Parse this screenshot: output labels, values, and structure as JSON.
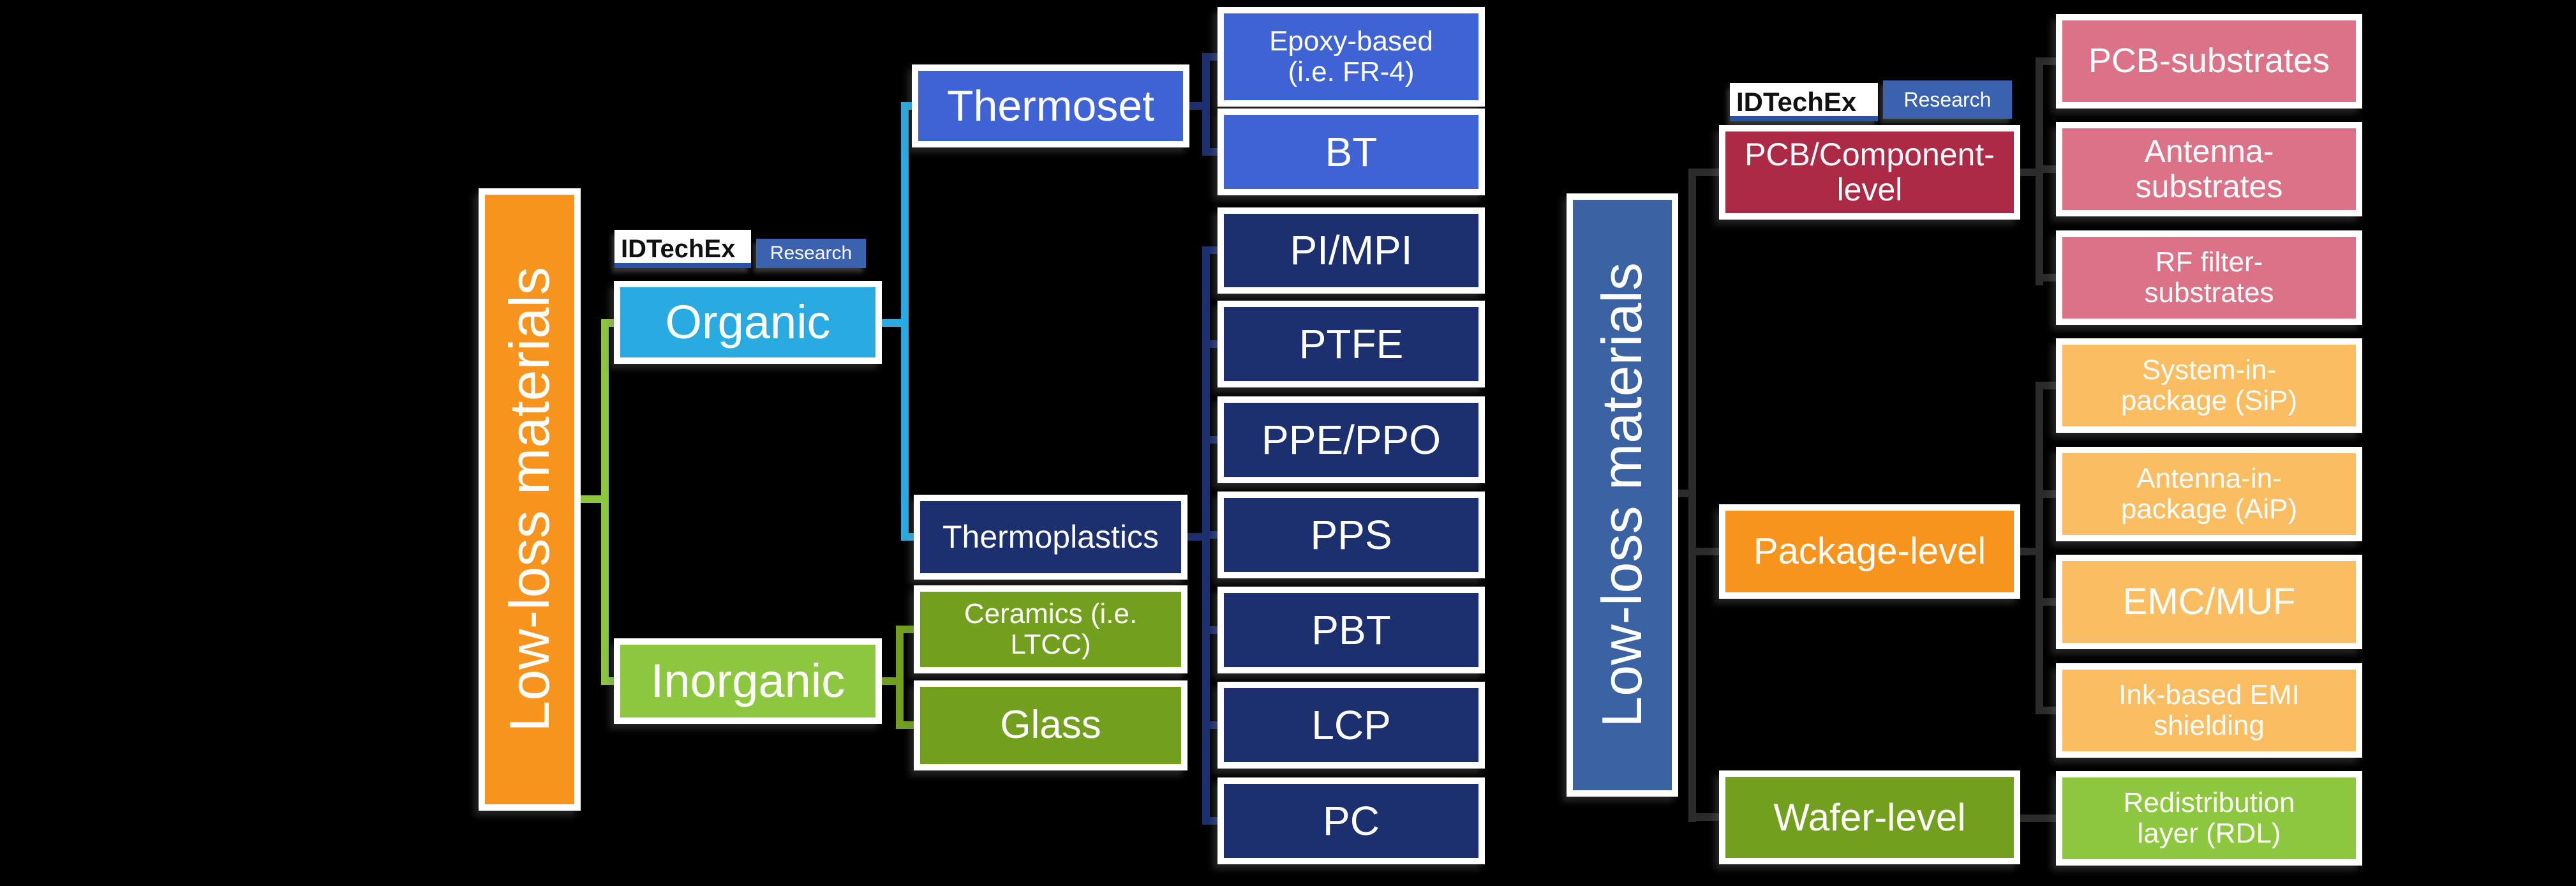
{
  "page": {
    "background": "#000000"
  },
  "branding": {
    "brand": "IDTechEx",
    "division": "Research"
  },
  "colors": {
    "orange": "#F7941E",
    "cyan": "#29ABE2",
    "bright_green": "#8DC63F",
    "olive": "#72A01E",
    "royal_blue": "#3F62D4",
    "navy": "#1C2F6E",
    "steel_blue": "#3B62A3",
    "crimson": "#AD2A47",
    "pink": "#DB7288",
    "light_orange": "#FABD62",
    "connector_dark": "#2B2B2B",
    "logo_blue": "#3A62AE",
    "logo_underline": "#2B52A8",
    "box_border": "#FFFFFF"
  },
  "left_tree": {
    "root": "Low-loss materials",
    "organic": "Organic",
    "inorganic": "Inorganic",
    "thermoset": "Thermoset",
    "thermoplastics": "Thermoplastics",
    "ceramics": "Ceramics (i.e.\nLTCC)",
    "glass": "Glass",
    "thermoset_children": [
      "Epoxy-based\n(i.e. FR-4)",
      "BT"
    ],
    "thermoplastics_children": [
      "PI/MPI",
      "PTFE",
      "PPE/PPO",
      "PPS",
      "PBT",
      "LCP",
      "PC"
    ]
  },
  "right_tree": {
    "root": "Low-loss materials",
    "levels": [
      "PCB/Component-\nlevel",
      "Package-level",
      "Wafer-level"
    ],
    "pcb_children": [
      "PCB-substrates",
      "Antenna-\nsubstrates",
      "RF filter-\nsubstrates"
    ],
    "package_children": [
      "System-in-\npackage (SiP)",
      "Antenna-in-\npackage (AiP)",
      "EMC/MUF",
      "Ink-based EMI\nshielding"
    ],
    "wafer_children": [
      "Redistribution\nlayer (RDL)"
    ]
  }
}
